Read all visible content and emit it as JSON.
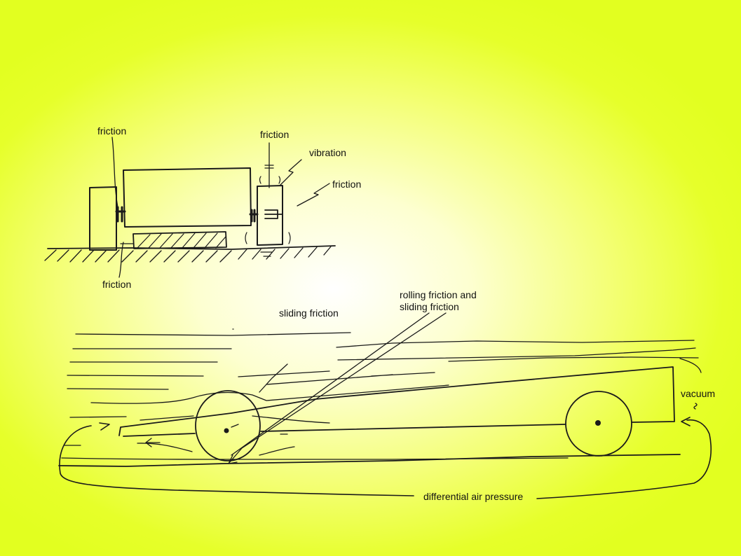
{
  "labels": {
    "friction_top_left": "friction",
    "friction_top_mid": "friction",
    "vibration": "vibration",
    "friction_right": "friction",
    "friction_bottom": "friction",
    "rolling_friction": "rolling friction and\nsliding friction",
    "sliding_friction": "sliding friction",
    "vacuum": "vacuum",
    "differential_air_pressure": "differential air pressure"
  },
  "colors": {
    "background_edge": "#e2ff20",
    "background_center": "#ffffff",
    "ink": "#1a1a1a"
  }
}
